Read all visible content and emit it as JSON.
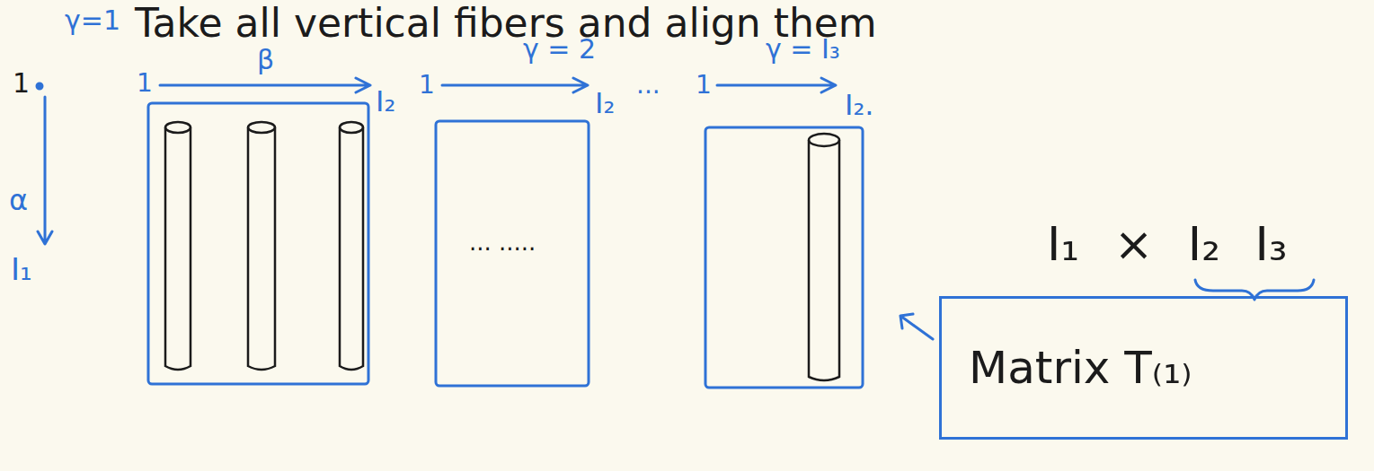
{
  "diagram": {
    "nodes": [
      {
        "text": [
          "Matrix T₍₁₎"
        ]
      }
    ],
    "labels": [
      "γ=1",
      "Take all vertical fibers and align them",
      "γ = 2",
      "γ = I₃",
      "1",
      "1",
      "β",
      "I₂",
      "1",
      "I₂",
      "...",
      "1",
      "I₂.",
      "α",
      "I₁",
      "... .....",
      "I₁ × I₂ I₃"
    ]
  }
}
